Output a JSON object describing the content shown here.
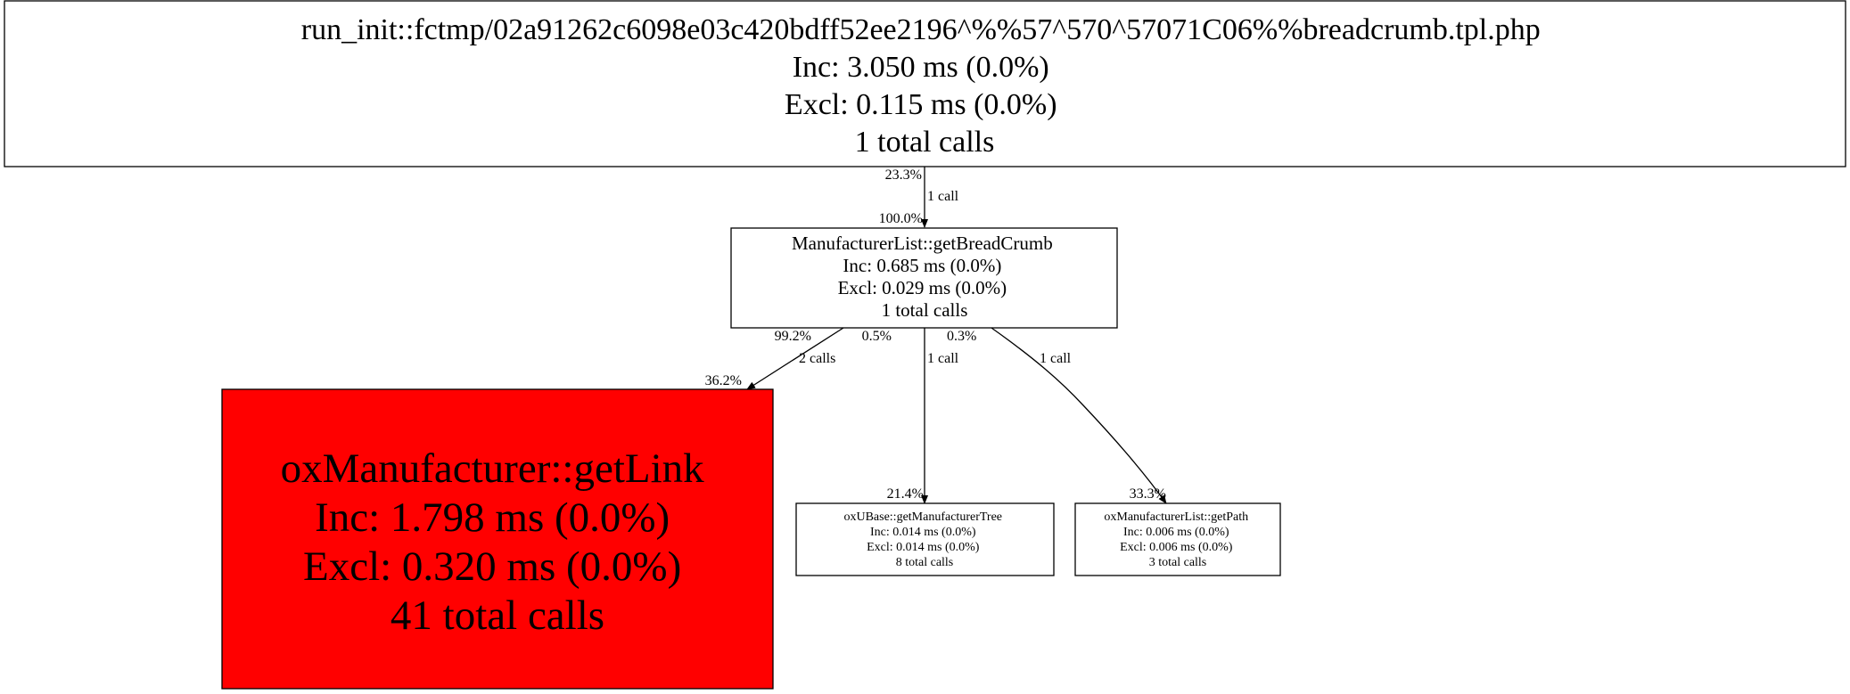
{
  "nodes": {
    "root": {
      "name": "run_init::fctmp/02a91262c6098e03c420bdff52ee2196^%%57^570^57071C06%%breadcrumb.tpl.php",
      "inc": "Inc: 3.050 ms (0.0%)",
      "excl": "Excl: 0.115 ms (0.0%)",
      "calls": "1 total calls"
    },
    "breadcrumb": {
      "name": "ManufacturerList::getBreadCrumb",
      "inc": "Inc: 0.685 ms (0.0%)",
      "excl": "Excl: 0.029 ms (0.0%)",
      "calls": "1 total calls"
    },
    "getlink": {
      "name": "oxManufacturer::getLink",
      "inc": "Inc: 1.798 ms (0.0%)",
      "excl": "Excl: 0.320 ms (0.0%)",
      "calls": "41 total calls",
      "color": "#ff0000"
    },
    "tree": {
      "name": "oxUBase::getManufacturerTree",
      "inc": "Inc: 0.014 ms (0.0%)",
      "excl": "Excl: 0.014 ms (0.0%)",
      "calls": "8 total calls"
    },
    "path": {
      "name": "oxManufacturerList::getPath",
      "inc": "Inc: 0.006 ms (0.0%)",
      "excl": "Excl: 0.006 ms (0.0%)",
      "calls": "3 total calls"
    }
  },
  "edges": {
    "root_breadcrumb": {
      "tail": "23.3%",
      "calls": "1 call",
      "head": "100.0%"
    },
    "breadcrumb_getlink": {
      "tail": "99.2%",
      "calls": "2 calls",
      "head": "36.2%"
    },
    "breadcrumb_tree": {
      "tail": "0.5%",
      "calls": "1 call",
      "head": "21.4%"
    },
    "breadcrumb_path": {
      "tail": "0.3%",
      "calls": "1 call",
      "head": "33.3%"
    }
  }
}
